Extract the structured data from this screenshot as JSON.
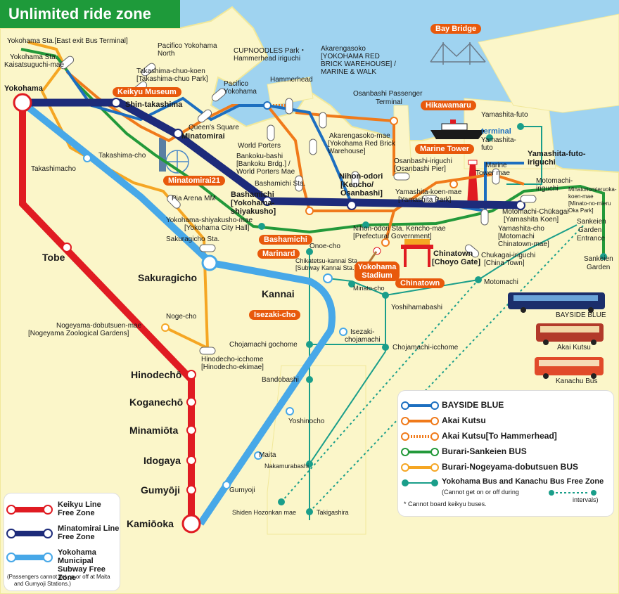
{
  "title": "Unlimited ride zone",
  "colors": {
    "sea": "#9fd3f0",
    "land": "#fbf6c9",
    "land_edge": "#f1e89a",
    "keikyu": "#e01b22",
    "minatomirai": "#1d2b7a",
    "subway": "#47a8e8",
    "bayside_blue": "#1d6fc0",
    "akai_kutsu": "#f07a1a",
    "sankeien": "#23993a",
    "nogeyama": "#f5a623",
    "free_zone": "#1a9e8a",
    "badge": "#e8590c",
    "title_bg": "#1e9a3a"
  },
  "badges": {
    "bay_bridge": "Bay Bridge",
    "keikyu_museum": "Keikyu Museum",
    "hikawamaru": "Hikawamaru",
    "marine_tower": "Marine Tower",
    "minatomirai21": "Minatomirai21",
    "bashamichi": "Bashamichi",
    "marinard": "Marinard",
    "yokohama_stadium": "Yokohama Stadium",
    "chinatown": "Chinatown",
    "isezaki_cho": "Isezaki-cho"
  },
  "stations_major": {
    "yokohama": "Yokohama",
    "sakuragicho": "Sakuragicho",
    "kannai": "Kannai",
    "tobe": "Tobe",
    "hinodecho": "Hinodechō",
    "koganecho": "Koganechō",
    "minamiota": "Minamiōta",
    "idogaya": "Idogaya",
    "gumyoji_keikyu": "Gumyōji",
    "kamiooka": "Kamiōoka"
  },
  "stops": {
    "yokohama_east": "Yokohama Sta.[East exit Bus Terminal]",
    "yokohama_kaisatsu_1": "Yokohama Sta.",
    "yokohama_kaisatsu_2": "Kaisatsuguchi-mae",
    "pacifico_north_1": "Pacifico Yokohama",
    "pacifico_north_2": "North",
    "takashima_chuo_1": "Takashima-chuo-koen",
    "takashima_chuo_2": "[Takashima-chuo Park]",
    "shin_takashima": "Shin-takashima",
    "pacifico_1": "Pacifico",
    "pacifico_2": "Yokohama",
    "queens_square": "Queen's Square",
    "minatomirai": "Minatomirai",
    "takashima_cho": "Takashima-cho",
    "takashimacho": "Takashimacho",
    "cupnoodles_1": "CUPNOODLES Park・",
    "cupnoodles_2": "Hammerhead iriguchi",
    "hammerhead": "Hammerhead",
    "akarenga_1": "Akarengasoko",
    "akarenga_2": "[YOKOHAMA RED",
    "akarenga_3": "BRICK WAREHOUSE] /",
    "akarenga_4": "MARINE & WALK",
    "osanbashi_terminal_1": "Osanbashi Passenger",
    "osanbashi_terminal_2": "Terminal",
    "world_porters": "World Porters",
    "bankoku_1": "Bankoku-bashi",
    "bankoku_2": "[Bankoku Brdg.] /",
    "bankoku_3": "World Porters Mae",
    "akarenga_mae_1": "Akarengasoko-mae",
    "akarenga_mae_2": "[Yokohama Red Brick",
    "akarenga_mae_3": "Warehouse]",
    "yamashita_futo": "Yamashita-futo",
    "terminal": "terminal",
    "yamashita_futo_2a": "Yamashita-",
    "yamashita_futo_2b": "futo",
    "osanbashi_iriguchi_1": "Osanbashi-iriguchi",
    "osanbashi_iriguchi_2": "[Osanbashi Pier]",
    "marine_tower_mae_1": "Marine",
    "marine_tower_mae_2": "Tower mae",
    "yamashita_futo_iri_1": "Yamashita-futo-",
    "yamashita_futo_iri_2": "iriguchi",
    "nihon_odori": "Nihon-odori",
    "kencho_1": "[Kencho/",
    "kencho_2": "Osanbashi]",
    "yamashita_koen_1": "Yamashita-koen-mae",
    "yamashita_koen_2": "[Yamashita Park]",
    "motomachi_iriguchi_1": "Motomachi-",
    "motomachi_iriguchi_2": "iriguchi",
    "minatonomieru_1": "Minatonomieruoka-",
    "minatonomieru_2": "koen-mae",
    "minatonomieru_3": "[Minato-no-mieru",
    "minatonomieru_4": "Oka Park]",
    "pia_arena": "Pia Arena MM",
    "bashamichi_sta": "Bashamichi Sta.",
    "bashamichi_1": "Bashamichi",
    "bashamichi_2": "[Yokohama-",
    "bashamichi_3": "shiyakusho]",
    "shiyakusho_1": "Yokohama-shiyakusho-mae",
    "shiyakusho_2": "[Yokohama City Hall]",
    "motomachi_chukagai_1": "Motomachi-Chūkagai",
    "motomachi_chukagai_2": "[Yamashita Koen]",
    "sankeien_gate_1": "Sankeien",
    "sankeien_gate_2": "Garden",
    "sankeien_gate_3": "Entrance",
    "yamashita_cho_1": "Yamashita-cho",
    "yamashita_cho_2": "[Motomachi",
    "yamashita_cho_3": "Chinatown-mae]",
    "sakuragicho_sta": "Sakuragicho Sta.",
    "nihon_odori_sta_1": "Nihon-odori Sta. Kencho-mae",
    "nihon_odori_sta_2": "[Prefectural Government]",
    "sankeien_garden_1": "Sankeien",
    "sankeien_garden_2": "Garden",
    "onoe_cho": "Onoe-cho",
    "chinatown_stop_1": "Chinatown",
    "chinatown_stop_2": "[Choyo Gate]",
    "chukagai_1": "Chukagai-iriguchi",
    "chukagai_2": "[China Town]",
    "chikatetsu_1": "Chikatetsu-kannai Sta.",
    "chikatetsu_2": "[Subway Kannai Sta.]",
    "minato_cho": "Minato-cho",
    "motomachi": "Motomachi",
    "yoshihamabashi": "Yoshihamabashi",
    "noge_cho": "Noge-cho",
    "nogeyama_1": "Nogeyama-dobutsuen-mae",
    "nogeyama_2": "[Nogeyama Zoological Gardens]",
    "isezaki_chojamachi_1": "Isezaki-",
    "isezaki_chojamachi_2": "chojamachi",
    "chojamachi_gochome": "Chojamachi gochome",
    "chojamachi_icchome": "Chojamachi-icchome",
    "hinodecho_icchome_1": "Hinodecho-icchome",
    "hinodecho_icchome_2": "[Hinodecho-ekimae]",
    "bandobashi": "Bandobashi",
    "yoshinocho": "Yoshinocho",
    "maita": "Maita",
    "nakamurabashi": "Nakamurabashi",
    "gumyoji_bus": "Gumyoji",
    "shiden_hozonkan": "Shiden Hozonkan mae",
    "takigashira": "Takigashira"
  },
  "bus_captions": {
    "bayside_blue": "BAYSIDE BLUE",
    "akai_kutsu": "Akai Kutsu",
    "kanachu": "Kanachu Bus"
  },
  "legend_right": {
    "bayside_blue": "BAYSIDE BLUE",
    "akai_kutsu": "Akai Kutsu",
    "akai_kutsu_hammerhead": "Akai Kutsu[To Hammerhead]",
    "burari_sankeien": "Burari-Sankeien BUS",
    "burari_nogeyama": "Burari-Nogeyama-dobutsuen BUS",
    "free_zone": "Yokohama Bus and Kanachu Bus Free Zone",
    "free_zone_note_1": "(Cannot get on or off during",
    "free_zone_note_2": "intervals)",
    "keikyu_note": "* Cannot board keikyu buses."
  },
  "legend_left": {
    "keikyu": "Keikyu Line Free Zone",
    "minatomirai": "Minatomirai Line Free Zone",
    "subway": "Yokohama Municipal Subway Free Zone",
    "note_1": "(Passengers cannot get on or off at Maita",
    "note_2": "and Gumyoji Stations.)"
  }
}
